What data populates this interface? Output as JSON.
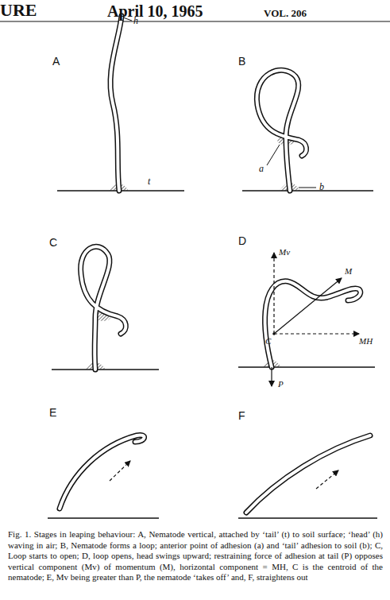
{
  "diagram": {
    "caption": "Fig. 1. Stages in leaping behaviour: A, Nematode vertical, attached by ‘tail’ (t) to soil surface; ‘head’ (h) waving in air; B, Nematode forms a loop; anterior point of adhesion (a) and ‘tail’ adhesion to soil (b); C, Loop starts to open; D, loop opens, head swings upward; restraining force of adhesion at tail (P) opposes vertical component (Mv) of momentum (M), horizontal component = MH, C is the centroid of the nematode; E, Mv being greater than P, the nematode ‘takes off’ and, F, straightens out",
    "labels": [
      "URE",
      "April 10, 1965",
      "VOL. 206",
      "A",
      "h",
      "t",
      "B",
      "a",
      "b",
      "C",
      "D",
      "Mv",
      "M",
      "C",
      "MH",
      "P",
      "E",
      "F"
    ]
  }
}
